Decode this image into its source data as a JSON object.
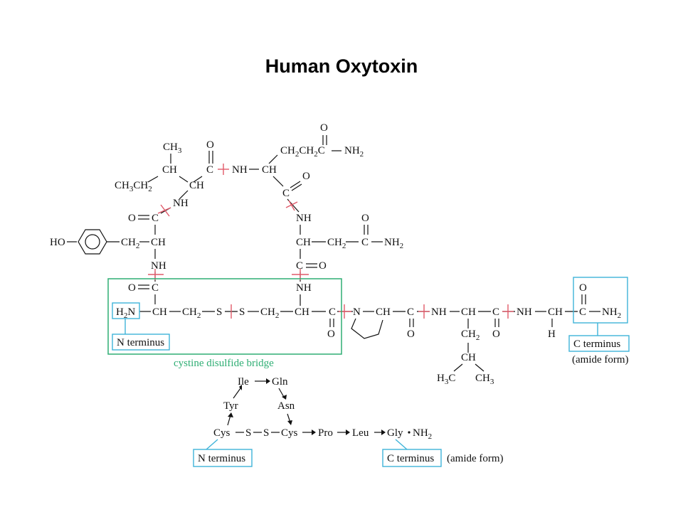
{
  "title": "Human Oxytoxin",
  "labels": {
    "cystine_bridge": "cystine disulfide bridge",
    "n_terminus": "N terminus",
    "c_terminus": "C terminus",
    "amide_form": "(amide form)"
  },
  "sequence": {
    "ile": "Ile",
    "gln": "Gln",
    "tyr": "Tyr",
    "asn": "Asn",
    "cys1": "Cys",
    "s1": "S",
    "s2": "S",
    "cys2": "Cys",
    "pro": "Pro",
    "leu": "Leu",
    "gly": "Gly",
    "nh2": "NH"
  },
  "colors": {
    "cut_marks": "#e05a6a",
    "terminus_boxes": "#3fb3d9",
    "bridge_box": "#2fae74"
  }
}
